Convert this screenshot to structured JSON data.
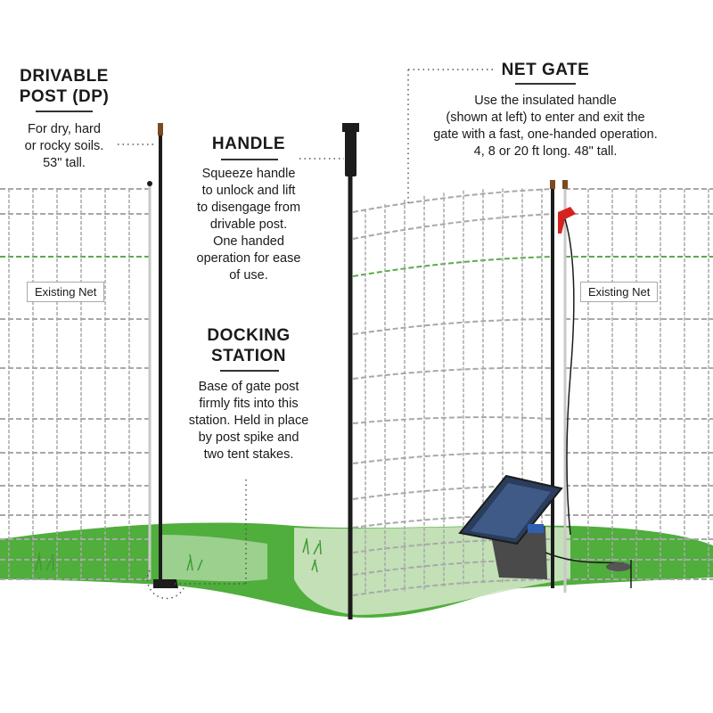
{
  "drivable_post": {
    "title_line1": "DRIVABLE",
    "title_line2": "POST (DP)",
    "desc_line1": "For dry, hard",
    "desc_line2": "or rocky soils.",
    "desc_line3": "53\" tall."
  },
  "handle": {
    "title": "HANDLE",
    "desc_lines": [
      "Squeeze handle",
      "to unlock and lift",
      "to disengage from",
      "drivable post.",
      "One handed",
      "operation for ease",
      "of use."
    ]
  },
  "docking_station": {
    "title_line1": "DOCKING",
    "title_line2": "STATION",
    "desc_lines": [
      "Base of gate post",
      "firmly fits into this",
      "station. Held in place",
      "by post spike and",
      "two tent stakes."
    ]
  },
  "net_gate": {
    "title": "NET GATE",
    "desc_lines": [
      "Use the insulated handle",
      "(shown at left) to enter and exit the",
      "gate with a fast, one-handed operation.",
      "4, 8 or 20 ft long. 48\" tall."
    ]
  },
  "labels": {
    "existing_net_left": "Existing Net",
    "existing_net_right": "Existing Net"
  },
  "colors": {
    "grass": "#4fae3c",
    "grass_light": "#cfe6c4",
    "post": "#1c1c1c",
    "net_wire": "#a8a8a8",
    "net_green_strand": "#5cab4a",
    "clip_red": "#d6221e",
    "charger_body": "#4a4a4a",
    "solar_panel": "#2b3d5c",
    "post_tip": "#7a4a22"
  }
}
